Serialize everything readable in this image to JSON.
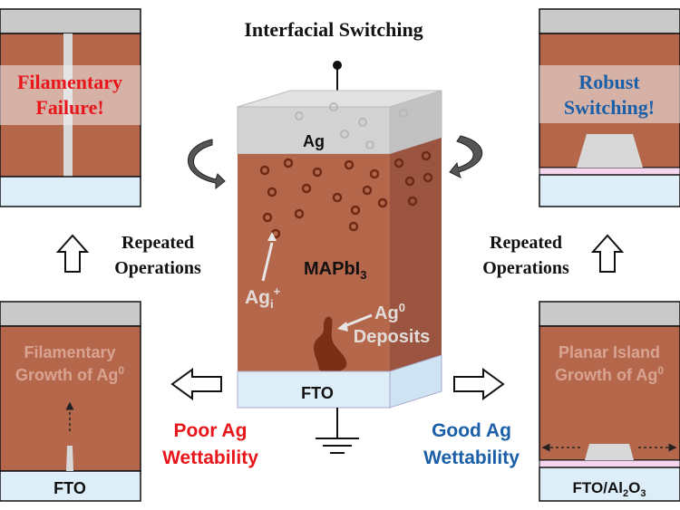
{
  "title": "Interfacial Switching",
  "center": {
    "electrode_top": "Ag",
    "layer": "MAPbI",
    "layer_sub": "3",
    "ion_label": "Ag",
    "ion_sub": "i",
    "ion_sup": "+",
    "deposit_label": "Ag",
    "deposit_sup": "0",
    "deposit_label2": "Deposits",
    "substrate": "FTO"
  },
  "left": {
    "failure_line1": "Filamentary",
    "failure_line2": "Failure!",
    "repeated_line1": "Repeated",
    "repeated_line2": "Operations",
    "growth_line1": "Filamentary",
    "growth_line2": "Growth of Ag",
    "growth_sup": "0",
    "substrate": "FTO",
    "wettability_line1": "Poor Ag",
    "wettability_line2": "Wettability"
  },
  "right": {
    "success_line1": "Robust",
    "success_line2": "Switching!",
    "repeated_line1": "Repeated",
    "repeated_line2": "Operations",
    "growth_line1": "Planar Island",
    "growth_line2": "Growth of Ag",
    "growth_sup": "0",
    "substrate": "FTO/Al",
    "substrate_sub1": "2",
    "substrate_mid": "O",
    "substrate_sub2": "3",
    "wettability_line1": "Good Ag",
    "wettability_line2": "Wettability"
  },
  "colors": {
    "perovskite": "#b5674c",
    "perovskite_dark": "#9b5440",
    "ag_gray": "#c9c9c9",
    "fto_blue": "#ddeef8",
    "poor_red": "#e8161b",
    "good_blue": "#1a5fa8",
    "al2o3_pink": "#f6d6ee",
    "failure_red": "#e8161b",
    "success_blue": "#1a5fa8"
  }
}
